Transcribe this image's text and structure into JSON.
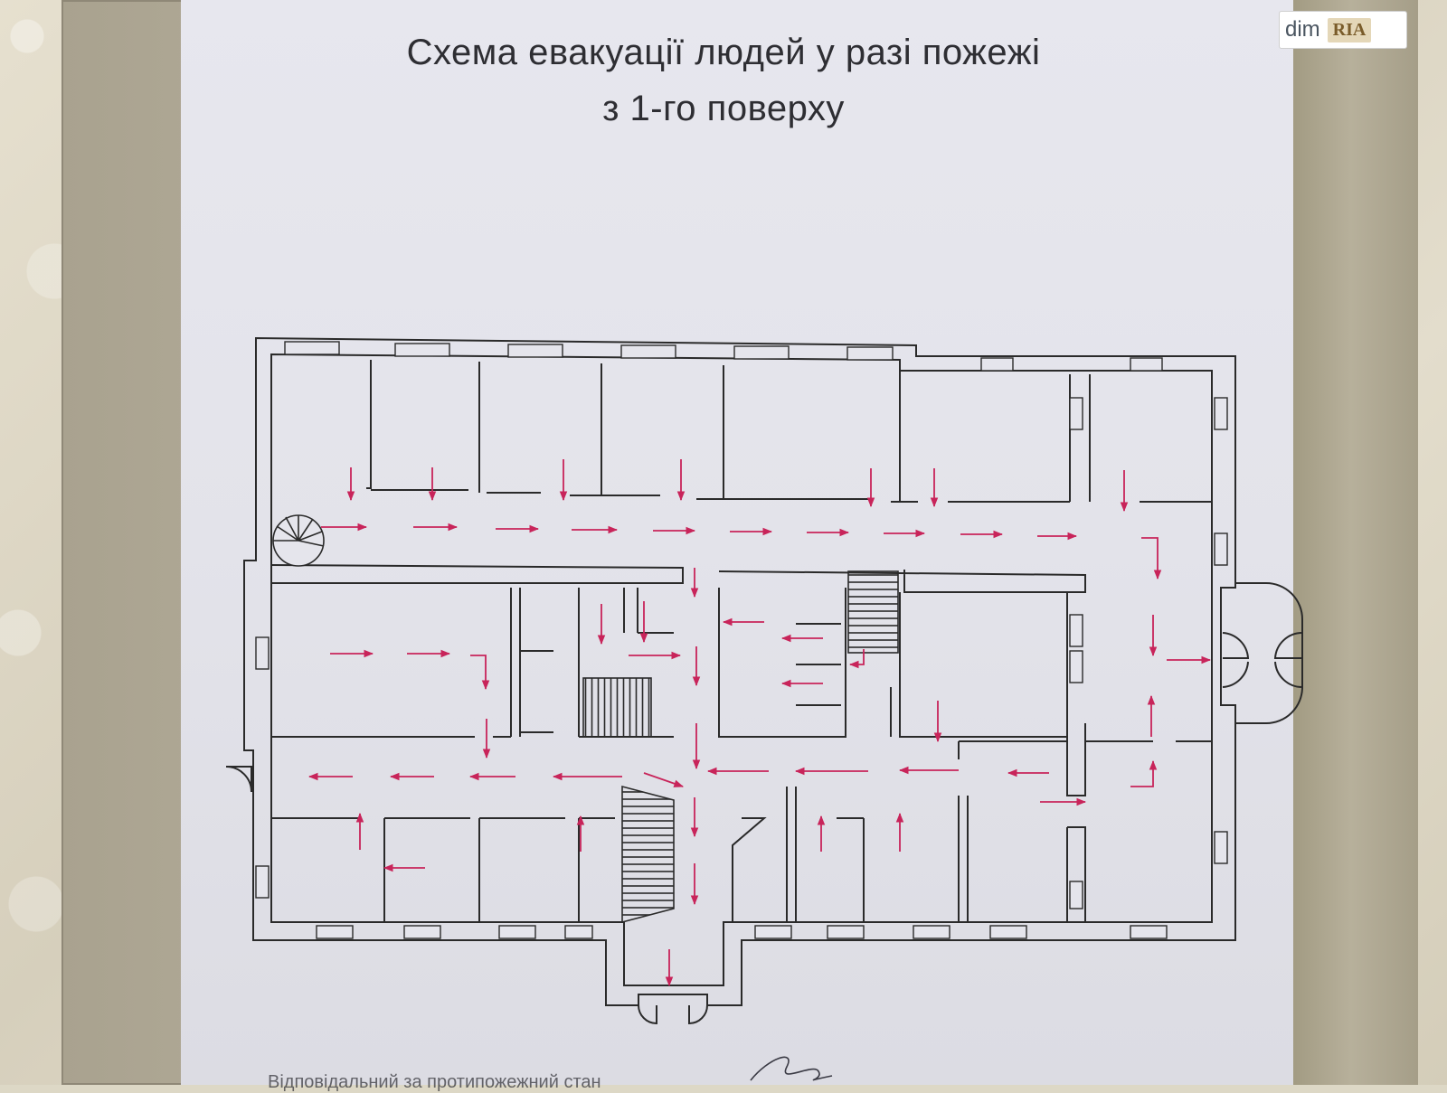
{
  "sign": {
    "title_line1": "Схема евакуації людей у разі пожежі",
    "title_line2": "з 1-го поверху"
  },
  "watermark": {
    "brand": "dim",
    "logo": "RIA"
  },
  "footer": {
    "text": "Відповідальний за протипожежний стан"
  },
  "colors": {
    "arrow": "#c8245a",
    "plan_line": "#2a2a2a",
    "paper": "#e5e5ec",
    "frame": "#b2ab97"
  }
}
